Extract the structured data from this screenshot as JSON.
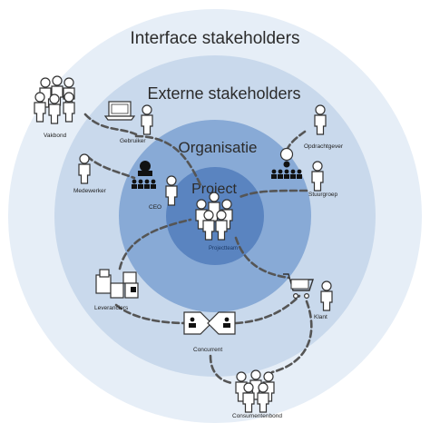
{
  "rings": {
    "interface": "Interface stakeholders",
    "externe": "Externe stakeholders",
    "organisatie": "Organisatie",
    "project": "Project"
  },
  "nodes": {
    "vakbond": "Vakbond",
    "gebruiker": "Gebruiker",
    "medewerker": "Medewerker",
    "ceo": "CEO",
    "opdrachtgever": "Opdrachtgever",
    "stuurgroep": "Stuurgroep",
    "projectteam": "Projectteam",
    "leveranciers": "Leveranciers",
    "klant": "Klant",
    "concurrent": "Concurrent",
    "consumentenbond": "Consumentenbond"
  },
  "colors": {
    "ring_outer": "#e6eef7",
    "ring_externe": "#c9d9ec",
    "ring_organisatie": "#88aad6",
    "ring_project": "#5a84c0",
    "icon_dark": "#111111",
    "connector": "#555555"
  }
}
